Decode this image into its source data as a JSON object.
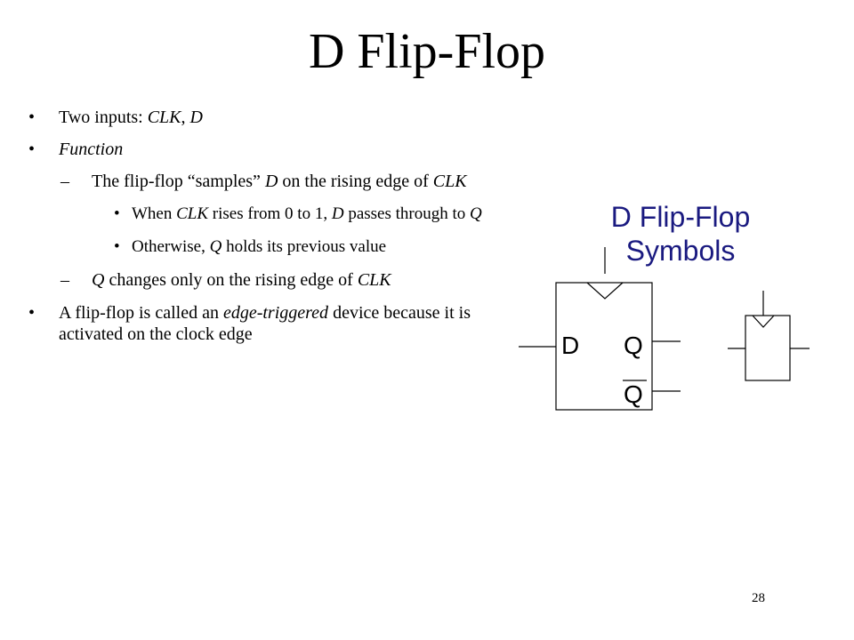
{
  "slide": {
    "title": "D Flip-Flop",
    "page_number": "28"
  },
  "bullets": {
    "inputs_prefix": "Two inputs: ",
    "inputs_clk": "CLK",
    "inputs_sep": ", ",
    "inputs_d": "D",
    "function": "Function",
    "sample_a": "The flip-flop “samples” ",
    "sample_d": "D",
    "sample_b": " on the rising edge of ",
    "sample_clk": "CLK",
    "rise_a": "When ",
    "rise_clk": "CLK",
    "rise_b": " rises from 0 to 1, ",
    "rise_d": "D",
    "rise_c": " passes through to ",
    "rise_q": "Q",
    "other_a": "Otherwise, ",
    "other_q": "Q",
    "other_b": " holds its previous value",
    "change_q": "Q",
    "change_a": " changes only on the rising edge of ",
    "change_clk": "CLK",
    "edge_a": "A flip-flop is called an ",
    "edge_em": "edge-triggered",
    "edge_b": " device because it is activated on the clock edge"
  },
  "markers": {
    "bullet": "•",
    "dash": "–"
  },
  "symbols": {
    "title_line1": "D Flip-Flop",
    "title_line2": "Symbols",
    "d_label": "D",
    "q_label": "Q",
    "qbar_label": "Q"
  },
  "colors": {
    "symbol_title": "#1a1a80",
    "text": "#000000",
    "background": "#ffffff"
  }
}
